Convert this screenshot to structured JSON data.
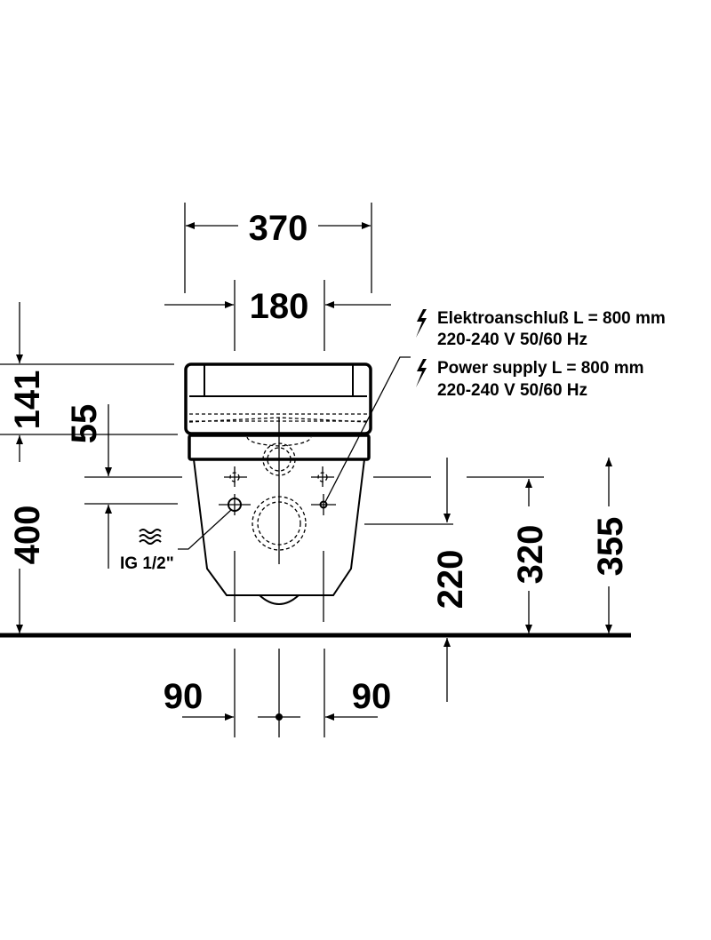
{
  "dimensions": {
    "width_total": "370",
    "width_inner": "180",
    "seat_height": "141",
    "offset_55": "55",
    "floor_to_seat": "400",
    "height_220": "220",
    "height_320": "320",
    "height_355": "355",
    "spacing_left": "90",
    "spacing_right": "90"
  },
  "notes": {
    "water_connection": "IG 1/2\"",
    "electric_de_line1": "Elektroanschluß L = 800 mm",
    "electric_de_line2": "220-240 V  50/60 Hz",
    "electric_en_line1": "Power supply L = 800 mm",
    "electric_en_line2": "220-240 V  50/60 Hz"
  }
}
